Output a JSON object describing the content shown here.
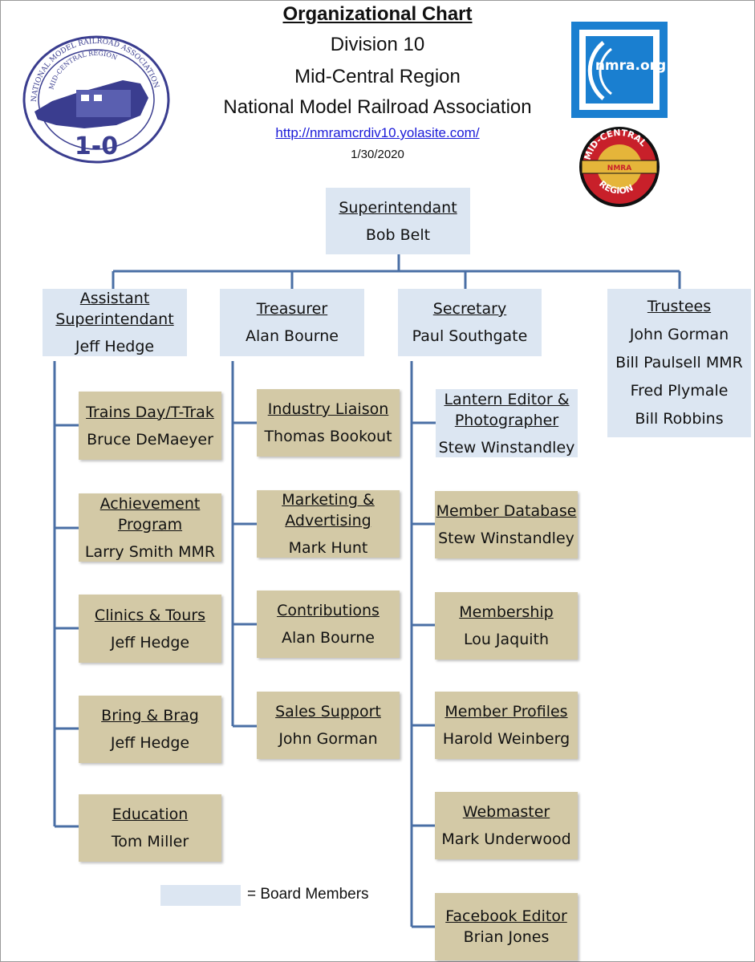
{
  "header": {
    "title": "Organizational Chart",
    "line1": "Division 10",
    "line2": "Mid-Central Region",
    "line3": "National Model Railroad Association",
    "url": "http://nmramcrdiv10.yolasite.com/",
    "date": "1/30/2020"
  },
  "logos": {
    "left_ring_text": "NATIONAL MODEL RAILROAD ASSOCIATION",
    "left_inner_text": "MID-CENTRAL REGION",
    "left_division": "1-0",
    "nmra": "nmra.org",
    "mcr_top": "MID-CENTRAL",
    "mcr_bottom": "REGION",
    "mcr_center": "NMRA"
  },
  "colors": {
    "board": "#dce6f2",
    "staff": "#d3c9a6",
    "connector": "#4a6fa5",
    "url": "#1a1ad8"
  },
  "superintendant": {
    "role": "Superintendant",
    "names": [
      "Bob Belt"
    ]
  },
  "board": [
    {
      "role": "Assistant Superintendant",
      "names": [
        "Jeff Hedge"
      ]
    },
    {
      "role": "Treasurer",
      "names": [
        "Alan Bourne"
      ]
    },
    {
      "role": "Secretary",
      "names": [
        "Paul Southgate"
      ]
    },
    {
      "role": "Trustees",
      "names": [
        "John Gorman",
        "Bill Paulsell MMR",
        "Fred Plymale",
        "Bill Robbins"
      ]
    }
  ],
  "assistant_reports": [
    {
      "role": "Trains Day/T-Trak",
      "name": "Bruce DeMaeyer"
    },
    {
      "role": "Achievement Program",
      "name": "Larry Smith MMR"
    },
    {
      "role": "Clinics & Tours",
      "name": "Jeff Hedge"
    },
    {
      "role": "Bring & Brag",
      "name": "Jeff Hedge"
    },
    {
      "role": "Education",
      "name": "Tom Miller"
    }
  ],
  "treasurer_reports": [
    {
      "role": "Industry Liaison",
      "name": "Thomas Bookout"
    },
    {
      "role": "Marketing & Advertising",
      "name": "Mark Hunt"
    },
    {
      "role": "Contributions",
      "name": "Alan Bourne"
    },
    {
      "role": "Sales Support",
      "name": "John Gorman"
    }
  ],
  "secretary_reports": [
    {
      "role": "Lantern Editor & Photographer",
      "name": "Stew Winstandley"
    },
    {
      "role": "Member Database",
      "name": "Stew Winstandley"
    },
    {
      "role": "Membership",
      "name": "Lou Jaquith"
    },
    {
      "role": "Member Profiles",
      "name": "Harold Weinberg"
    },
    {
      "role": "Webmaster",
      "name": "Mark Underwood"
    },
    {
      "role": "Facebook Editor",
      "name": "Brian Jones"
    }
  ],
  "legend": {
    "label": "= Board Members"
  }
}
